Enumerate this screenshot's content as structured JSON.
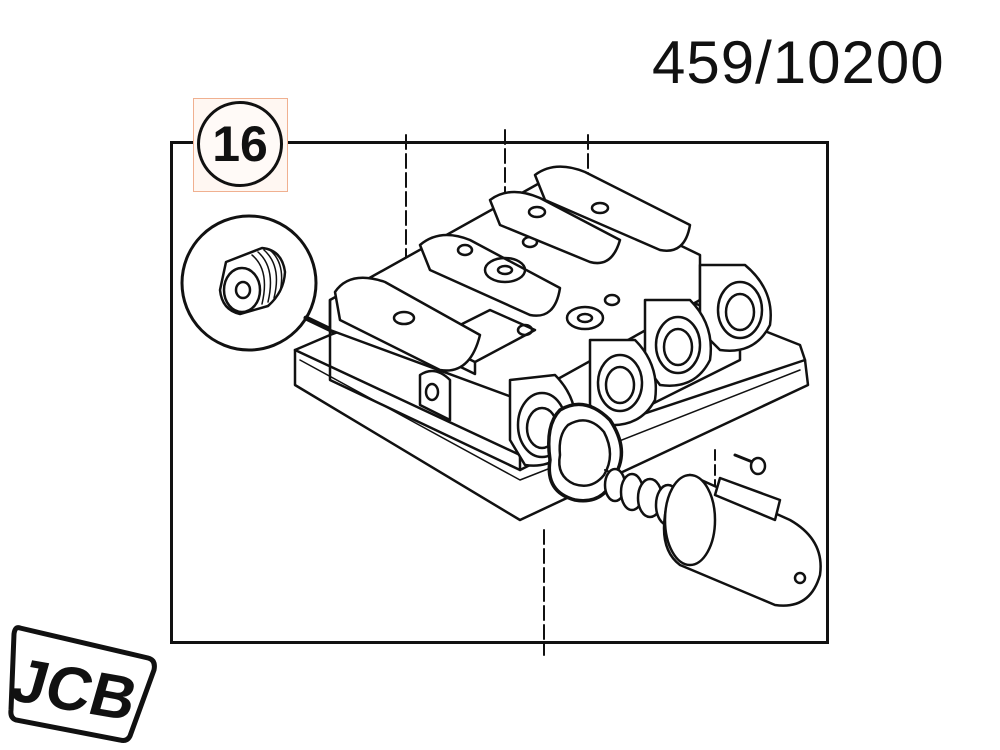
{
  "page": {
    "reference_number": "459/10200",
    "callout_label": "16",
    "logo_text": "JCB"
  },
  "diagram": {
    "type": "exploded parts illustration",
    "subject": "solenoid valve block assembly",
    "components": [
      "valve manifold block",
      "threaded plug (detail inset)",
      "sealing gasket",
      "solenoid cartridge",
      "solenoid coil",
      "mounting bolt"
    ],
    "colors": {
      "line": "#111111",
      "callout_highlight": "#f0b090",
      "background": "#ffffff"
    }
  }
}
